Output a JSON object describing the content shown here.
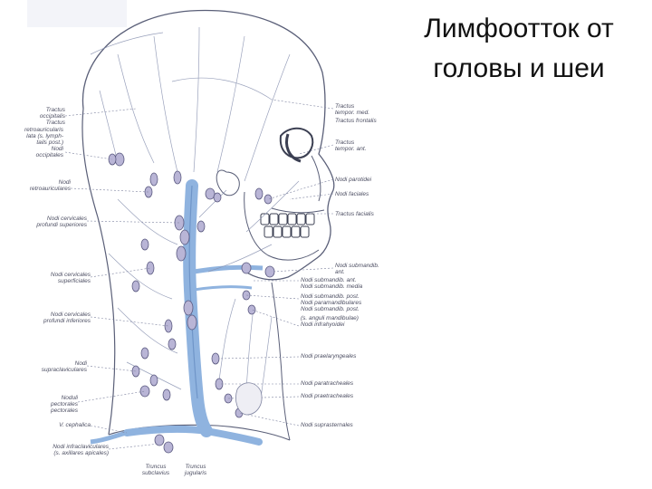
{
  "slide": {
    "title_line1": "Лимфоотток от",
    "title_line2": "головы и шеи"
  },
  "figure": {
    "labels_left": [
      {
        "id": "tr-occipitalis",
        "lines": [
          "Tractus",
          "occipitalis",
          "Tractus"
        ]
      },
      {
        "id": "tr-retroaur",
        "lines": [
          "retroauricularis",
          "lata (s. lymph-",
          "tails post.)",
          "Nodi",
          "occipitales"
        ]
      },
      {
        "id": "nodi-mastoidei",
        "lines": [
          "Nodi",
          "retroauriculares"
        ]
      },
      {
        "id": "nodi-cerv-prof-sup",
        "lines": [
          "Nodi cervicales",
          "profundi superiores"
        ]
      },
      {
        "id": "nodi-cerv-sup",
        "lines": [
          "Nodi cervicales",
          "superficiales"
        ]
      },
      {
        "id": "nodi-cerv-prof-inf",
        "lines": [
          "Nodi cervicales",
          "profundi inferiores"
        ]
      },
      {
        "id": "nodi-supraclav",
        "lines": [
          "Nodi",
          "supraclaviculares"
        ]
      },
      {
        "id": "nodi-pect",
        "lines": [
          "Noduli",
          "pectorales",
          "pectorales"
        ]
      },
      {
        "id": "v-cephalica",
        "lines": [
          "V. cephalica"
        ]
      },
      {
        "id": "nodi-infraclav",
        "lines": [
          "Nodi infraclaviculares",
          "(s. axillares apicales)"
        ]
      },
      {
        "id": "truncus-subcl",
        "lines": [
          "Truncus",
          "subclavius"
        ]
      },
      {
        "id": "truncus-jug",
        "lines": [
          "Truncus",
          "jugularis"
        ]
      }
    ],
    "labels_right": [
      {
        "id": "tr-temp-med",
        "lines": [
          "Tractus",
          "tempor. med."
        ]
      },
      {
        "id": "tr-frontalis",
        "lines": [
          "Tractus frontalis"
        ]
      },
      {
        "id": "tr-temp-ant",
        "lines": [
          "Tractus",
          "tempor. ant."
        ]
      },
      {
        "id": "nodi-parotidei",
        "lines": [
          "Nodi parotidei"
        ]
      },
      {
        "id": "nodi-faciales",
        "lines": [
          "Nodi faciales"
        ]
      },
      {
        "id": "tr-facialis",
        "lines": [
          "Tractus facialis"
        ]
      },
      {
        "id": "nodi-submand-ant",
        "lines": [
          "Nodi submandib.",
          "ant."
        ]
      },
      {
        "id": "nodi-submand-med",
        "lines": [
          "Nodi submandib. ant.",
          "Nodi submandib. media"
        ]
      },
      {
        "id": "nodi-submand-post",
        "lines": [
          "Nodi submandib. post.",
          "Nodi paramandibulares",
          "Nodi submandib. post."
        ]
      },
      {
        "id": "nodi-angul",
        "lines": [
          "(s. anguli mandibulae)",
          "Nodi infrahyoidei"
        ]
      },
      {
        "id": "nodi-praelaryng",
        "lines": [
          "Nodi praelaryngeales"
        ]
      },
      {
        "id": "nodi-paratrach",
        "lines": [
          "Nodi paratracheales"
        ]
      },
      {
        "id": "nodi-praetrach",
        "lines": [
          "Nodi praetracheales"
        ]
      },
      {
        "id": "nodi-supraster",
        "lines": [
          "Nodi suprasternales"
        ]
      }
    ]
  }
}
